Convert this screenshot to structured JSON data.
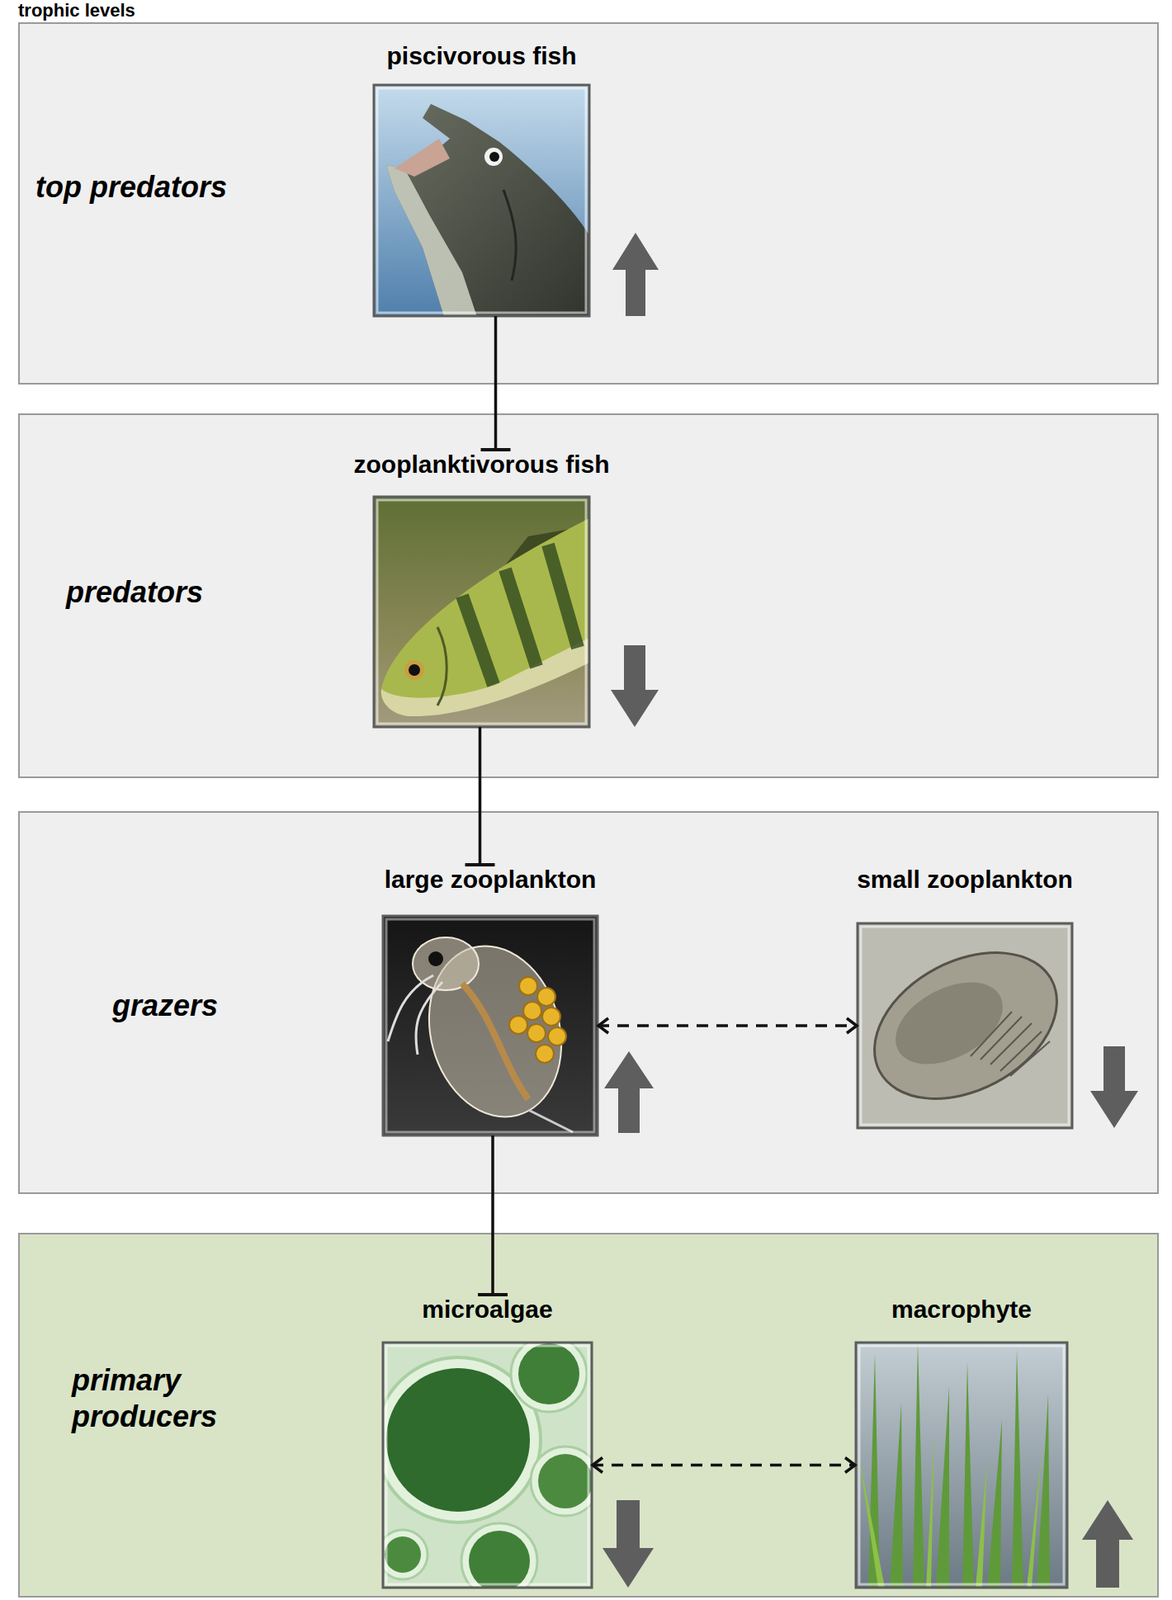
{
  "diagram": {
    "title": "trophic levels",
    "nodes": [
      {
        "text": [
          "top predators"
        ]
      },
      {
        "text": [
          "piscivorous fish"
        ],
        "in": 0
      },
      {
        "text": [
          "predators"
        ]
      },
      {
        "text": [
          "zooplanktivorous fish"
        ],
        "in": 2
      },
      {
        "text": [
          "grazers"
        ]
      },
      {
        "text": [
          "large zooplankton"
        ],
        "in": 4
      },
      {
        "text": [
          "small zooplankton"
        ],
        "in": 4
      },
      {
        "text": [
          "primary producers"
        ]
      },
      {
        "text": [
          "microalgae"
        ],
        "in": 7
      },
      {
        "text": [
          "macrophyte"
        ],
        "in": 7
      }
    ],
    "edges": [
      {
        "from": 1,
        "to": 3,
        "arrow": "to"
      },
      {
        "from": 3,
        "to": 5,
        "arrow": "to"
      },
      {
        "from": 5,
        "to": 8,
        "arrow": "to"
      },
      {
        "from": 5,
        "to": 6,
        "arrow": "both"
      },
      {
        "from": 8,
        "to": 9,
        "arrow": "both"
      }
    ]
  }
}
